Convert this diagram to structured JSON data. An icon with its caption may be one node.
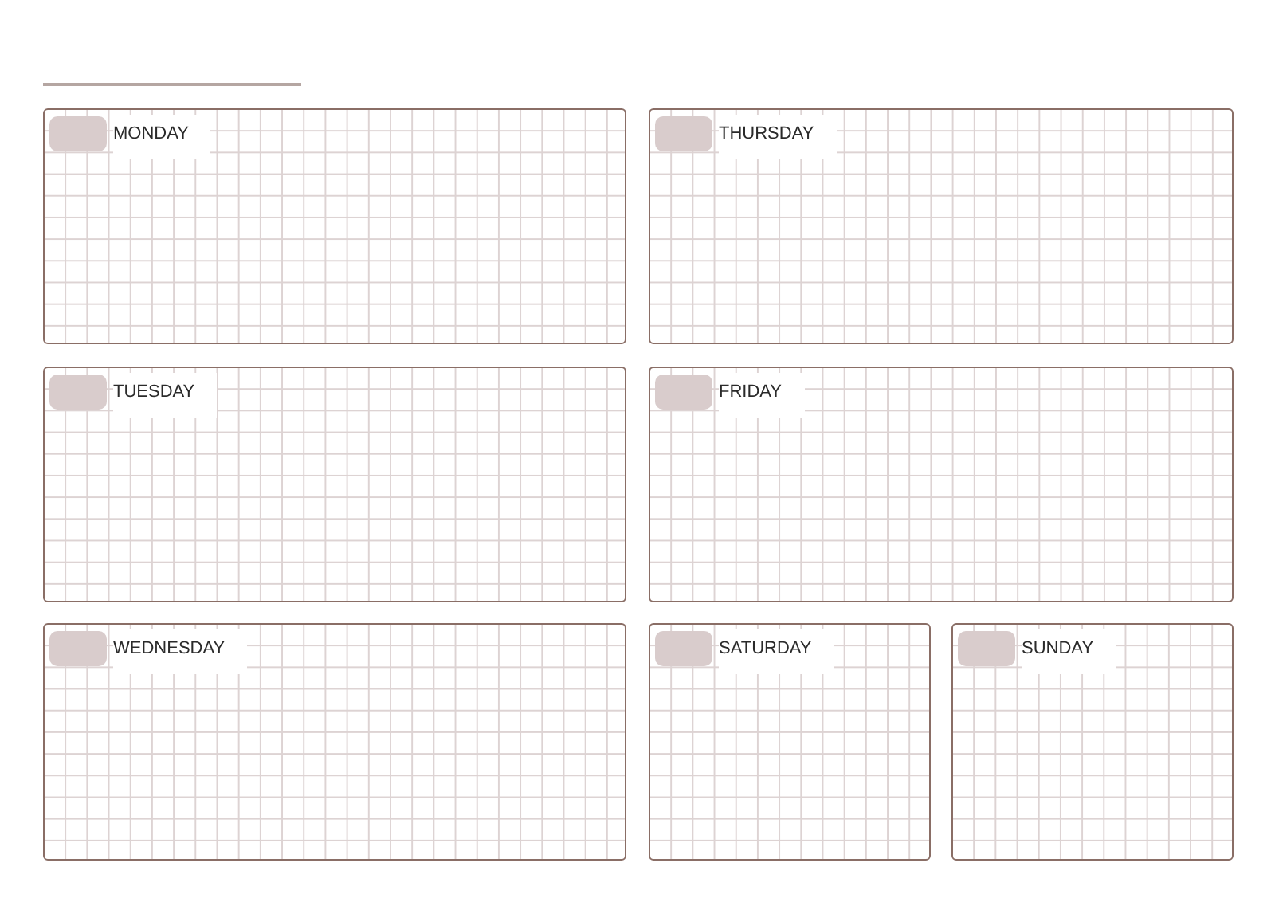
{
  "diagram": {
    "nodes": [
      {
        "text": [
          "MONDAY"
        ]
      },
      {
        "text": [
          "THURSDAY"
        ]
      },
      {
        "text": [
          "TUESDAY"
        ]
      },
      {
        "text": [
          "FRIDAY"
        ]
      },
      {
        "text": [
          "WEDNESDAY"
        ]
      },
      {
        "text": [
          "SATURDAY"
        ]
      },
      {
        "text": [
          "SUNDAY"
        ]
      }
    ]
  }
}
